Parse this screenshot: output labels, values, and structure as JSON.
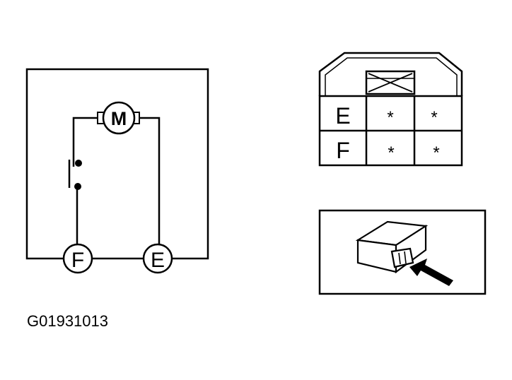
{
  "circuit": {
    "motor_label": "M",
    "terminal_f": "F",
    "terminal_e": "E"
  },
  "connector_table": {
    "rows": [
      {
        "label": "E",
        "cells": [
          "*",
          "*"
        ]
      },
      {
        "label": "F",
        "cells": [
          "*",
          "*"
        ]
      }
    ]
  },
  "figure_id": "G01931013"
}
